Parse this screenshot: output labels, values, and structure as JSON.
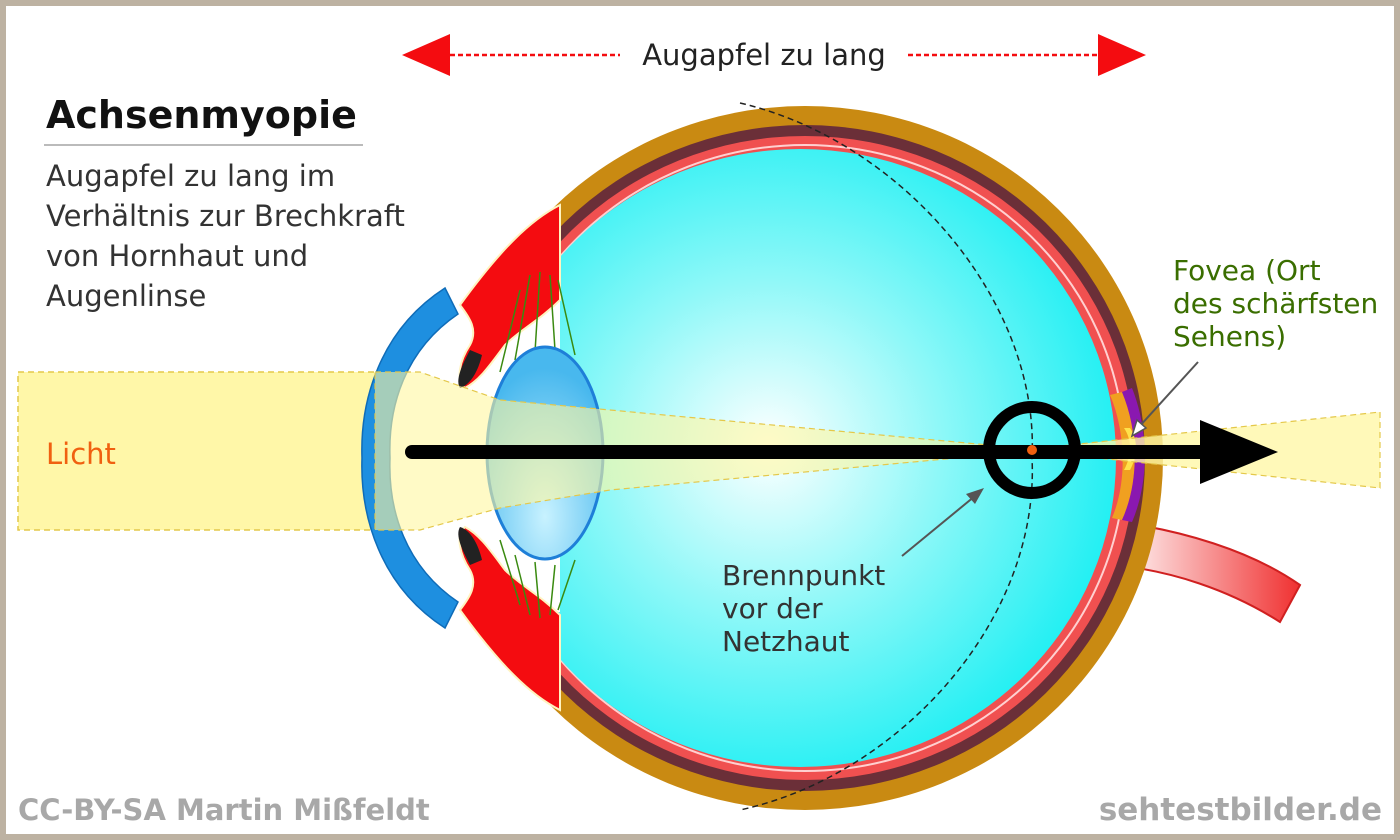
{
  "title": "Achsenmyopie",
  "description_lines": [
    "Augapfel zu lang im",
    "Verhältnis zur Brechkraft",
    "von Hornhaut und",
    "Augenlinse"
  ],
  "top_label": "Augapfel zu lang",
  "light_label": "Licht",
  "fovea_lines": [
    "Fovea (Ort",
    "des schärfsten",
    "Sehens)"
  ],
  "focus_lines": [
    "Brennpunkt",
    "vor der",
    "Netzhaut"
  ],
  "credit_left": "CC-BY-SA Martin Mißfeldt",
  "credit_right": "sehtestbilder.de",
  "colors": {
    "sclera": "#c98a12",
    "choroid": "#6b2f38",
    "retina": "#f05050",
    "vitreous": "#19f0f4",
    "cornea": "#1e8fe0",
    "iris": "#f40c10",
    "lens": "#58c8f0",
    "light": "#fff7a8",
    "arrow_red": "#f40c10",
    "fovea_text": "#3a6e00",
    "light_text": "#f06010",
    "credit_text": "#a8a8a8"
  }
}
